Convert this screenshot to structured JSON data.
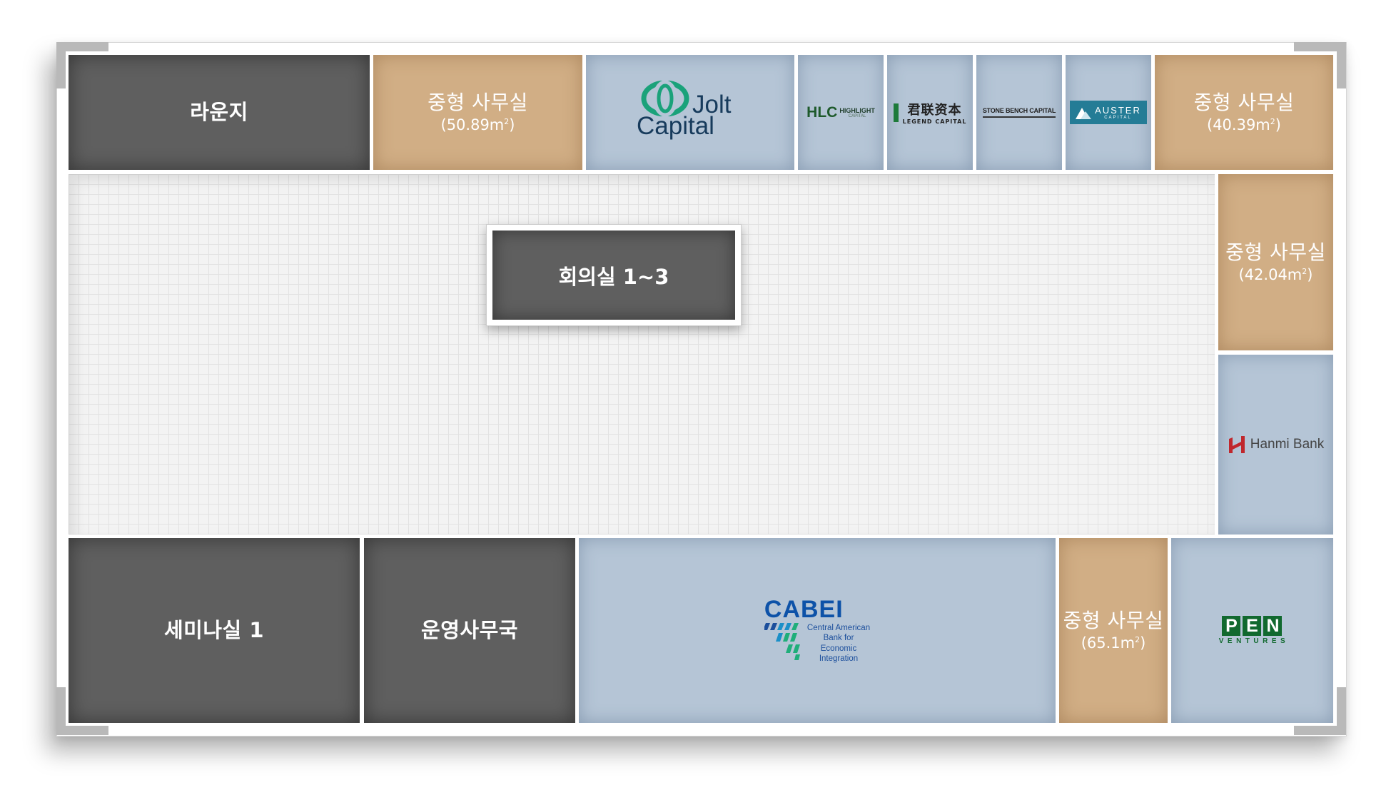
{
  "rooms": {
    "lounge": "라운지",
    "office_a": {
      "name": "중형 사무실",
      "area": "(50.89m",
      "sup": "2",
      "close": ")"
    },
    "office_b": {
      "name": "중형 사무실",
      "area": "(40.39m",
      "sup": "2",
      "close": ")"
    },
    "office_c": {
      "name": "중형 사무실",
      "area": "(42.04m",
      "sup": "2",
      "close": ")"
    },
    "office_d": {
      "name": "중형 사무실",
      "area": "(65.1m",
      "sup": "2",
      "close": ")"
    },
    "meeting": "회의실 1~3",
    "seminar": "세미나실 1",
    "operations": "운영사무국"
  },
  "tenants": {
    "jolt": {
      "line1": "Jolt",
      "line2": "Capital"
    },
    "hlc": {
      "mark": "HLC",
      "name": "HIGHLIGHT",
      "sub": "CAPITAL"
    },
    "legend": {
      "cn": "君联资本",
      "en": "LEGEND CAPITAL"
    },
    "stone": "STONE BENCH CAPITAL",
    "auster": {
      "name": "AUSTER",
      "sub": "CAPITAL"
    },
    "hanmi": "Hanmi Bank",
    "cabei": {
      "mark": "CABEI",
      "lines": [
        "Central American",
        "Bank for",
        "Economic",
        "Integration"
      ]
    },
    "pen": {
      "letters": [
        "P",
        "E",
        "N"
      ],
      "sub": "VENTURES"
    }
  },
  "colors": {
    "dark_room": "#5f5f5f",
    "office_tan": "#d1ae85",
    "tenant_blue": "#b5c5d6",
    "hlc_green": "#1e5a2b",
    "legend_green": "#1d7a3a",
    "auster_teal": "#247c96",
    "hanmi_red": "#c0272d",
    "cabei_blue": "#0d52a8",
    "pen_green": "#11692f"
  }
}
